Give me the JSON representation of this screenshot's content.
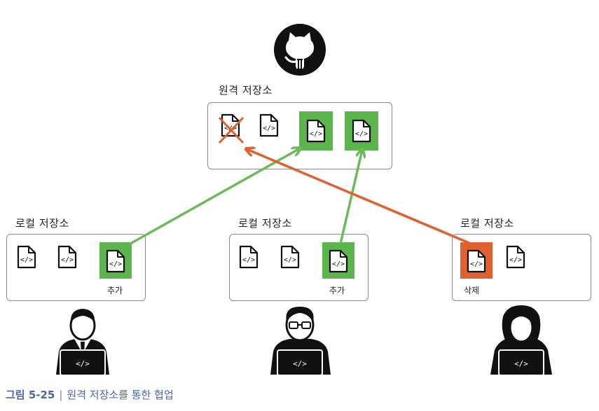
{
  "remote": {
    "icon": "github-octocat-icon",
    "label": "원격 저장소"
  },
  "locals": [
    {
      "label": "로컬 저장소",
      "action": "추가"
    },
    {
      "label": "로컬 저장소",
      "action": "추가"
    },
    {
      "label": "로컬 저장소",
      "action": "삭제"
    }
  ],
  "users": [
    {
      "icon": "businessman-user-icon"
    },
    {
      "icon": "glasses-user-icon"
    },
    {
      "icon": "woman-user-icon"
    }
  ],
  "file_icon": "code-file-icon",
  "colors": {
    "added": "#5cb44c",
    "arrow_add": "#6dba5a",
    "deleted": "#e0602f",
    "box_border": "#8a8a8a",
    "caption": "#4a66a6"
  },
  "caption": {
    "figure": "그림 5-25",
    "separator": "|",
    "text": "원격 저장소를 통한 협업"
  }
}
